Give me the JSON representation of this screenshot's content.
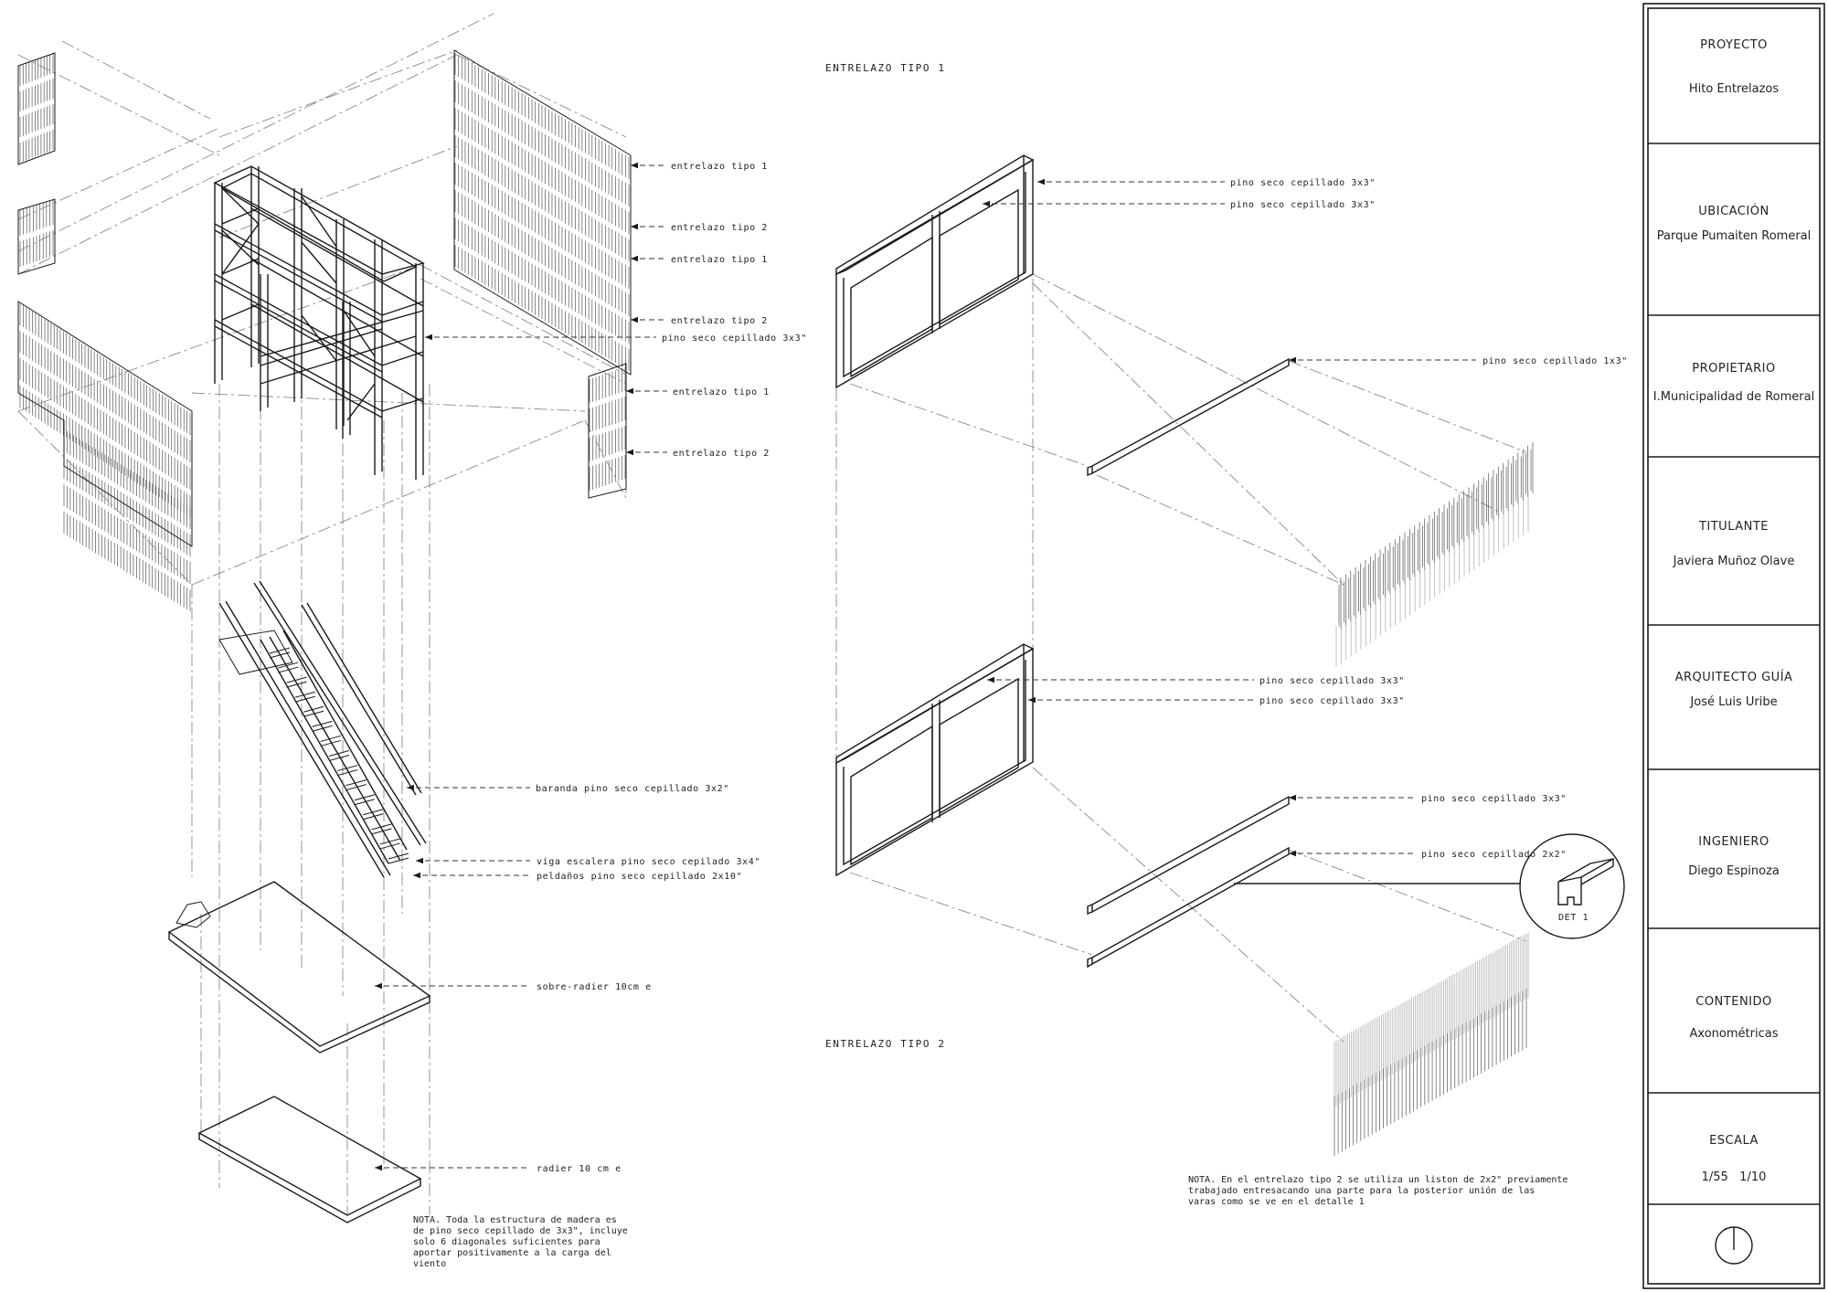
{
  "left": {
    "labels": [
      "entrelazo tipo 1",
      "entrelazo tipo 2",
      "entrelazo tipo 1",
      "entrelazo tipo 2",
      "pino seco cepillado 3x3\"",
      "entrelazo tipo 1",
      "entrelazo tipo 2",
      "baranda pino seco cepillado 3x2\"",
      "viga escalera pino seco cepilado 3x4\"",
      "peldaños pino seco cepillado 2x10\"",
      "sobre-radier 10cm e",
      "radier 10 cm e"
    ],
    "note": [
      "NOTA. Toda la estructura de madera es",
      "de pino seco cepillado de 3x3\", incluye",
      "solo 6 diagonales suficientes para",
      "aportar positivamente a la carga del",
      "viento"
    ]
  },
  "right": {
    "heading_1": "ENTRELAZO TIPO 1",
    "heading_2": "ENTRELAZO TIPO 2",
    "labels_1": [
      "pino seco cepillado 3x3\"",
      "pino seco cepillado 3x3\"",
      "pino seco cepillado 1x3\""
    ],
    "labels_2": [
      "pino seco cepillado 3x3\"",
      "pino seco cepillado 3x3\"",
      "pino seco cepillado 3x3\"",
      "pino seco cepillado 2x2\""
    ],
    "detail_label": "DET 1",
    "note": [
      "NOTA. En el entrelazo tipo 2 se utiliza un liston de 2x2\" previamente",
      "trabajado entresacando una parte para la posterior unión de las",
      "varas como se ve en el detalle 1"
    ]
  },
  "title_block": {
    "sections": [
      {
        "heading": "PROYECTO",
        "value": "Hito Entrelazos"
      },
      {
        "heading": "UBICACIÓN",
        "value": "Parque Pumaiten Romeral"
      },
      {
        "heading": "PROPIETARIO",
        "value": "I.Municipalidad de Romeral"
      },
      {
        "heading": "TITULANTE",
        "value": "Javiera Muñoz Olave"
      },
      {
        "heading": "ARQUITECTO GUÍA",
        "value": "José Luis Uribe"
      },
      {
        "heading": "INGENIERO",
        "value": "Diego Espinoza"
      },
      {
        "heading": "CONTENIDO",
        "value": "Axonométricas"
      },
      {
        "heading": "ESCALA",
        "value": "1/55   1/10"
      }
    ]
  },
  "icons": {
    "north_symbol": "north-arrow-icon"
  }
}
